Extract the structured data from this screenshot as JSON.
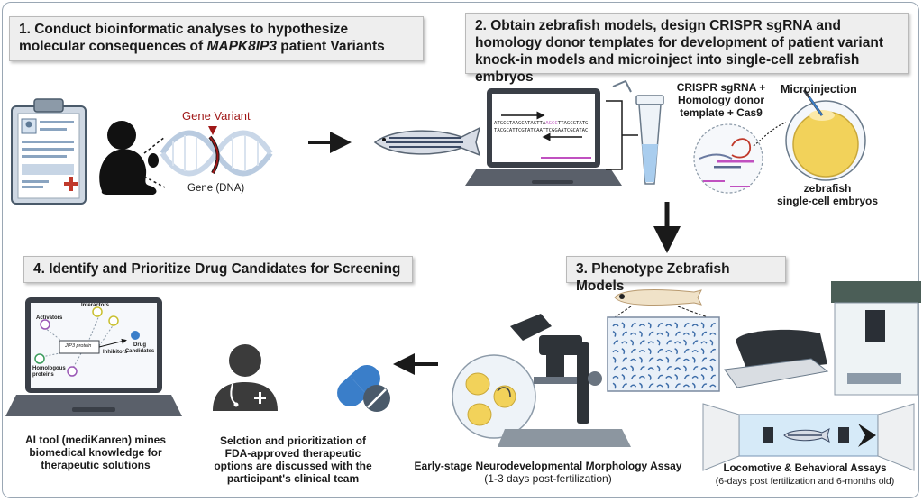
{
  "steps": {
    "s1_prefix": "1. Conduct bioinformatic analyses to hypothesize molecular consequences of ",
    "s1_gene": "MAPK8IP3",
    "s1_suffix": " patient Variants",
    "s2": "2. Obtain zebrafish models, design CRISPR sgRNA and homology donor templates for development of patient variant knock-in models and microinject into single-cell zebrafish embryos",
    "s3": "3. Phenotype Zebrafish Models",
    "s4": "4. Identify and Prioritize Drug Candidates for Screening"
  },
  "labels": {
    "gene_variant": "Gene Variant",
    "gene_dna": "Gene (DNA)",
    "crispr_line1": "CRISPR sgRNA +",
    "crispr_line2": "Homology donor",
    "crispr_line3": "template + Cas9",
    "microinjection": "Microinjection",
    "zf_line1": "zebrafish",
    "zf_line2": "single-cell embryos",
    "seq_top_a": "ATGCGTAAGCATAGTTA",
    "seq_top_b": "AGCC",
    "seq_top_c": "TTAGCGTATG",
    "seq_bottom": "TACGCATTCGTATCAATTCGGAATCGCATAC",
    "ai_line1": "AI tool (mediKanren) mines",
    "ai_line2": "biomedical knowledge for",
    "ai_line3": "therapeutic solutions",
    "sel_line1": "Selction and prioritization of",
    "sel_line2": "FDA-approved therapeutic",
    "sel_line3": "options are discussed with the",
    "sel_line4": "participant's clinical team",
    "early_line1": "Early-stage Neurodevelopmental Morphology Assay",
    "early_line2": "(1-3 days post-fertilization)",
    "loco_line1": "Locomotive & Behavioral Assays",
    "loco_line2": "(6-days post fertilization and 6-months old)",
    "net_interactors": "Interactors",
    "net_activators": "Activators",
    "net_protein": "JIP3 protein",
    "net_inhibitors": "Inhibitors",
    "net_drug1": "Drug",
    "net_drug2": "Candidates",
    "net_homo1": "Homologous",
    "net_homo2": "proteins"
  },
  "colors": {
    "dna": "#b9cbe0",
    "variant": "#a01818",
    "capsule": "#3a7ec9",
    "yolk": "#f2d25a",
    "arrow": "#1a1a1a"
  }
}
